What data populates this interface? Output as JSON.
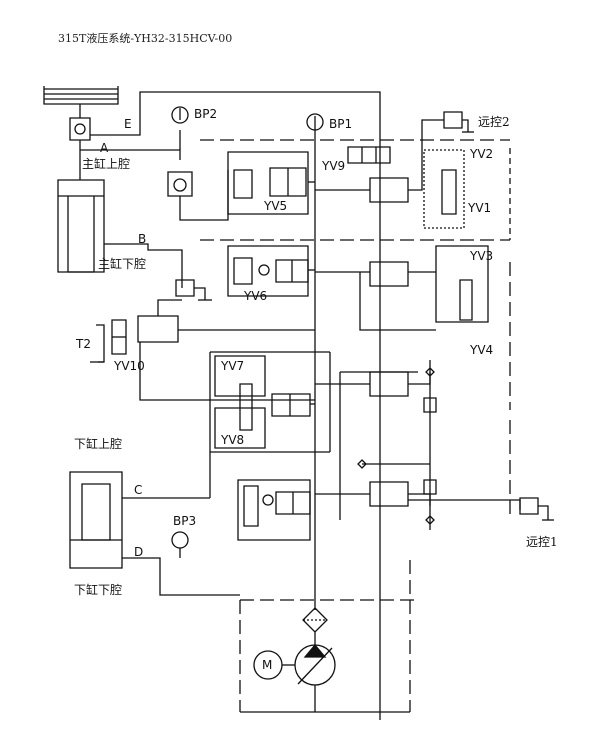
{
  "title": "315T液压系统-YH32-315HCV-00",
  "labels": {
    "E": "E",
    "A": "A",
    "B": "B",
    "C": "C",
    "D": "D",
    "T2": "T2",
    "BP1": "BP1",
    "BP2": "BP2",
    "BP3": "BP3",
    "YV1": "YV1",
    "YV2": "YV2",
    "YV3": "YV3",
    "YV4": "YV4",
    "YV5": "YV5",
    "YV6": "YV6",
    "YV7": "YV7",
    "YV8": "YV8",
    "YV9": "YV9",
    "YV10": "YV10",
    "main_upper": "主缸上腔",
    "main_lower": "主缸下腔",
    "lower_upper": "下缸上腔",
    "lower_lower": "下缸下腔",
    "remote1": "远控1",
    "remote2": "远控2",
    "motor": "M"
  }
}
